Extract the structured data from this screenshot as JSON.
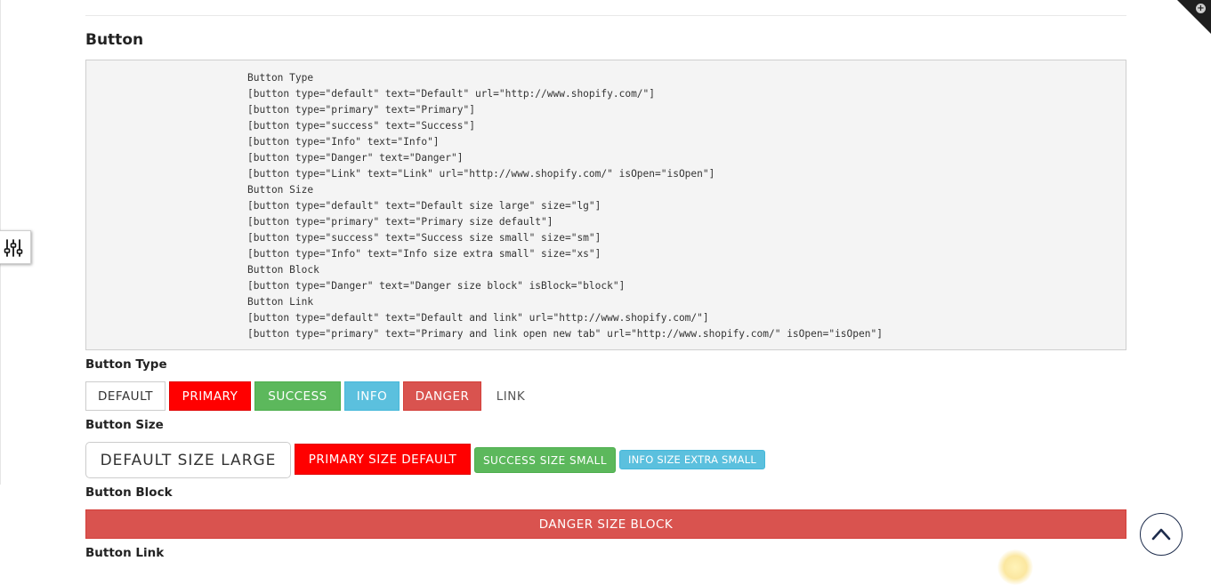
{
  "section": {
    "title": "Button"
  },
  "code_lines": [
    "Button Type",
    "[button type=\"default\" text=\"Default\" url=\"http://www.shopify.com/\"]",
    "[button type=\"primary\" text=\"Primary\"]",
    "[button type=\"success\" text=\"Success\"]",
    "[button type=\"Info\" text=\"Info\"]",
    "[button type=\"Danger\" text=\"Danger\"]",
    "[button type=\"Link\" text=\"Link\" url=\"http://www.shopify.com/\" isOpen=\"isOpen\"]",
    "Button Size",
    "[button type=\"default\" text=\"Default size large\" size=\"lg\"]",
    "[button type=\"primary\" text=\"Primary size default\"]",
    "[button type=\"success\" text=\"Success size small\" size=\"sm\"]",
    "[button type=\"Info\" text=\"Info size extra small\" size=\"xs\"]",
    "Button Block",
    "[button type=\"Danger\" text=\"Danger size block\" isBlock=\"block\"]",
    "Button Link",
    "[button type=\"default\" text=\"Default and link\" url=\"http://www.shopify.com/\"]",
    "[button type=\"primary\" text=\"Primary and link open new tab\" url=\"http://www.shopify.com/\" isOpen=\"isOpen\"]"
  ],
  "button_type": {
    "heading": "Button Type",
    "default": "Default",
    "primary": "Primary",
    "success": "Success",
    "info": "Info",
    "danger": "Danger",
    "link": "Link"
  },
  "button_size": {
    "heading": "Button Size",
    "large": "Default size large",
    "default": "Primary size default",
    "small": "Success size small",
    "xsmall": "Info size extra small"
  },
  "button_block": {
    "heading": "Button Block",
    "danger": "Danger size block"
  },
  "button_link": {
    "heading": "Button Link"
  },
  "colors": {
    "primary": "#ff0000",
    "success": "#5cb85c",
    "info": "#5bc0de",
    "danger": "#d9534f",
    "navy": "#1d2c4c"
  },
  "icons": {
    "corner": "plus-circle-icon",
    "tools": "sliders-icon",
    "scroll_top": "chevron-up-icon"
  }
}
